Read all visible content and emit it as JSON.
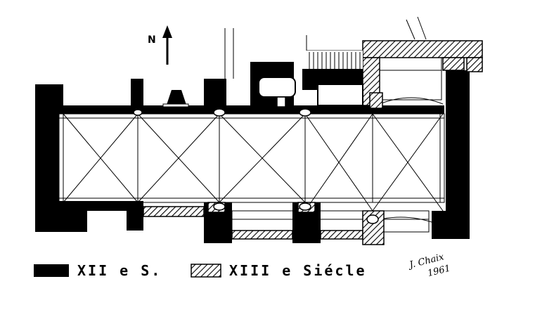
{
  "north_label": "N",
  "legend": {
    "item1_label": "XII e S.",
    "item2_label": "XIII e Siécle"
  },
  "signature": {
    "name": "J. Chaix",
    "year": "1961"
  }
}
